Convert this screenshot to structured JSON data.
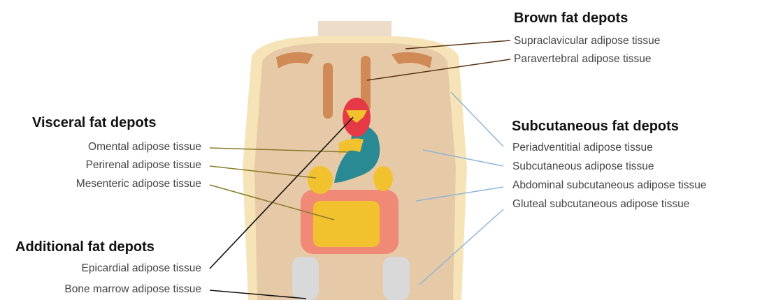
{
  "groups": {
    "brown": {
      "heading": "Brown fat depots",
      "items": [
        "Supraclavicular adipose tissue",
        "Paravertebral adipose tissue"
      ]
    },
    "visceral": {
      "heading": "Visceral fat depots",
      "items": [
        "Omental adipose tissue",
        "Perirenal adipose tissue",
        "Mesenteric adipose tissue"
      ]
    },
    "subcutaneous": {
      "heading": "Subcutaneous fat depots",
      "items": [
        "Periadventitial adipose tissue",
        "Subcutaneous adipose tissue",
        "Abdominal subcutaneous adipose tissue",
        "Gluteal subcutaneous adipose tissue"
      ]
    },
    "additional": {
      "heading": "Additional fat depots",
      "items": [
        "Epicardial adipose tissue",
        "Bone marrow adipose tissue"
      ]
    }
  },
  "colors": {
    "skin": "#e6c9a6",
    "subcutaneous_fat": "#f6e4b8",
    "brown_fat": "#cf8a55",
    "heart": "#e63946",
    "stomach": "#2a8a94",
    "intestine": "#f08a76",
    "fat_yellow": "#f2c12e",
    "bone": "#d9d9d9",
    "brown_line": "#5a3416",
    "blue_line": "#8fb6d8",
    "olive_line": "#8a7a2a"
  }
}
